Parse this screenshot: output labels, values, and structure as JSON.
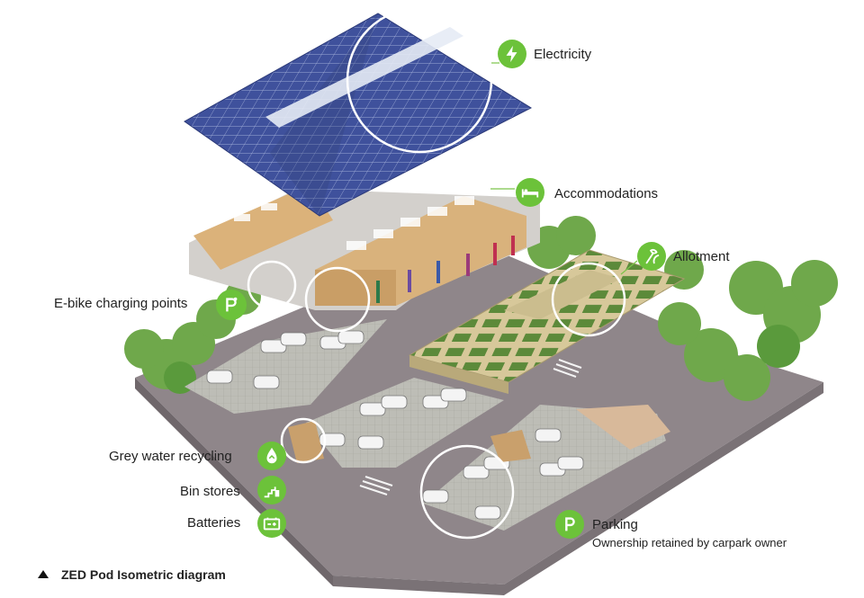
{
  "labels": {
    "electricity": "Electricity",
    "accommodations": "Accommodations",
    "allotment": "Allotment",
    "ebike": "E-bike charging points",
    "grey_water": "Grey water recycling",
    "bin_stores": "Bin stores",
    "batteries": "Batteries",
    "parking": "Parking",
    "parking_sub": "Ownership retained by carpark owner"
  },
  "caption": "ZED Pod Isometric diagram",
  "colors": {
    "badge": "#6cc23a",
    "solar_panel": "#3d4f9a",
    "ground": "#8e8488",
    "tree": "#6ea84a",
    "timber": "#d9b27c"
  }
}
